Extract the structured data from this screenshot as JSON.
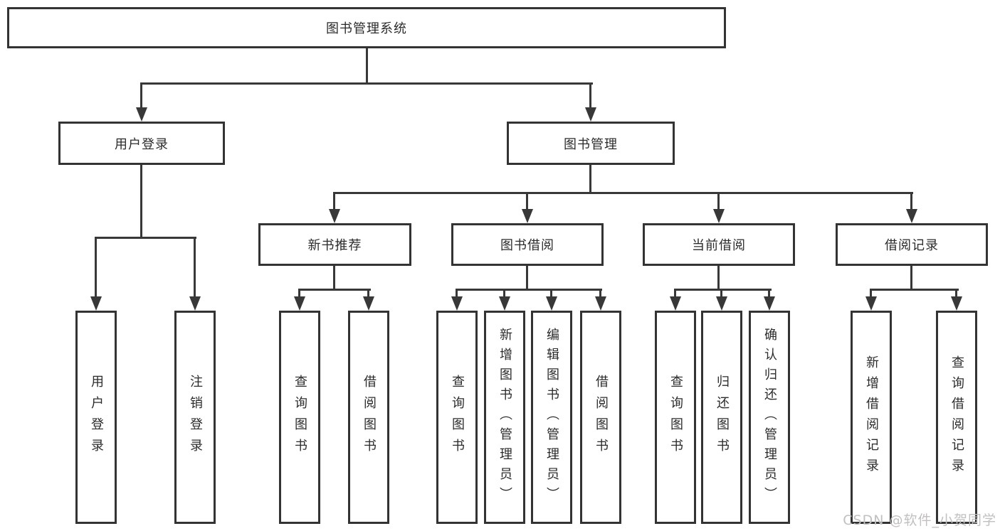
{
  "tree": {
    "label": "图书管理系统",
    "children": [
      {
        "label": "用户登录",
        "children": [
          {
            "label": "用户登录"
          },
          {
            "label": "注销登录"
          }
        ]
      },
      {
        "label": "图书管理",
        "children": [
          {
            "label": "新书推荐",
            "children": [
              {
                "label": "查询图书"
              },
              {
                "label": "借阅图书"
              }
            ]
          },
          {
            "label": "图书借阅",
            "children": [
              {
                "label": "查询图书"
              },
              {
                "label": "新增图书（管理员）"
              },
              {
                "label": "编辑图书（管理员）"
              },
              {
                "label": "借阅图书"
              }
            ]
          },
          {
            "label": "当前借阅",
            "children": [
              {
                "label": "查询图书"
              },
              {
                "label": "归还图书"
              },
              {
                "label": "确认归还（管理员）"
              }
            ]
          },
          {
            "label": "借阅记录",
            "children": [
              {
                "label": "新增借阅记录"
              },
              {
                "label": "查询借阅记录"
              }
            ]
          }
        ]
      }
    ]
  },
  "watermark": {
    "text": "CSDN @软件_小贺同学",
    "color": "#c3bfbf"
  },
  "colors": {
    "background": "#ffffff",
    "line": "#383838",
    "box_border": "#333333",
    "text": "#2b2b2b"
  }
}
